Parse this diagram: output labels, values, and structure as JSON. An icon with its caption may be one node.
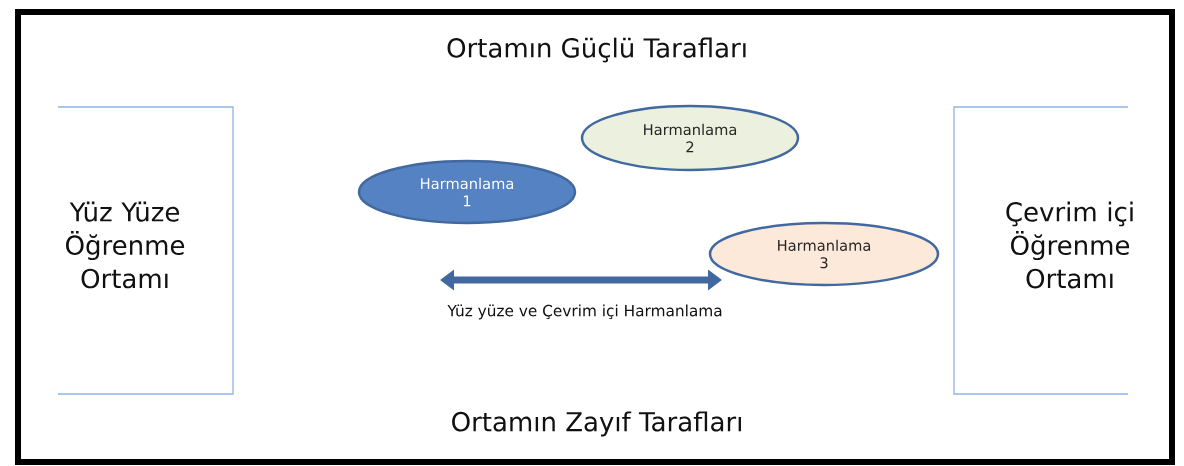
{
  "diagram": {
    "nodes": [
      {
        "text": [
          "Yüz Yüze Öğrenme Ortamı"
        ]
      },
      {
        "text": [
          "Harmanlama 1"
        ]
      },
      {
        "text": [
          "Harmanlama 2"
        ]
      },
      {
        "text": [
          "Harmanlama 3"
        ]
      },
      {
        "text": [
          "Çevrim içi Öğrenme Ortamı"
        ]
      }
    ],
    "labels": [
      "Ortamın Güçlü Tarafları",
      "Yüz yüze ve Çevrim içi Harmanlama",
      "Ortamın Zayıf Tarafları"
    ]
  }
}
